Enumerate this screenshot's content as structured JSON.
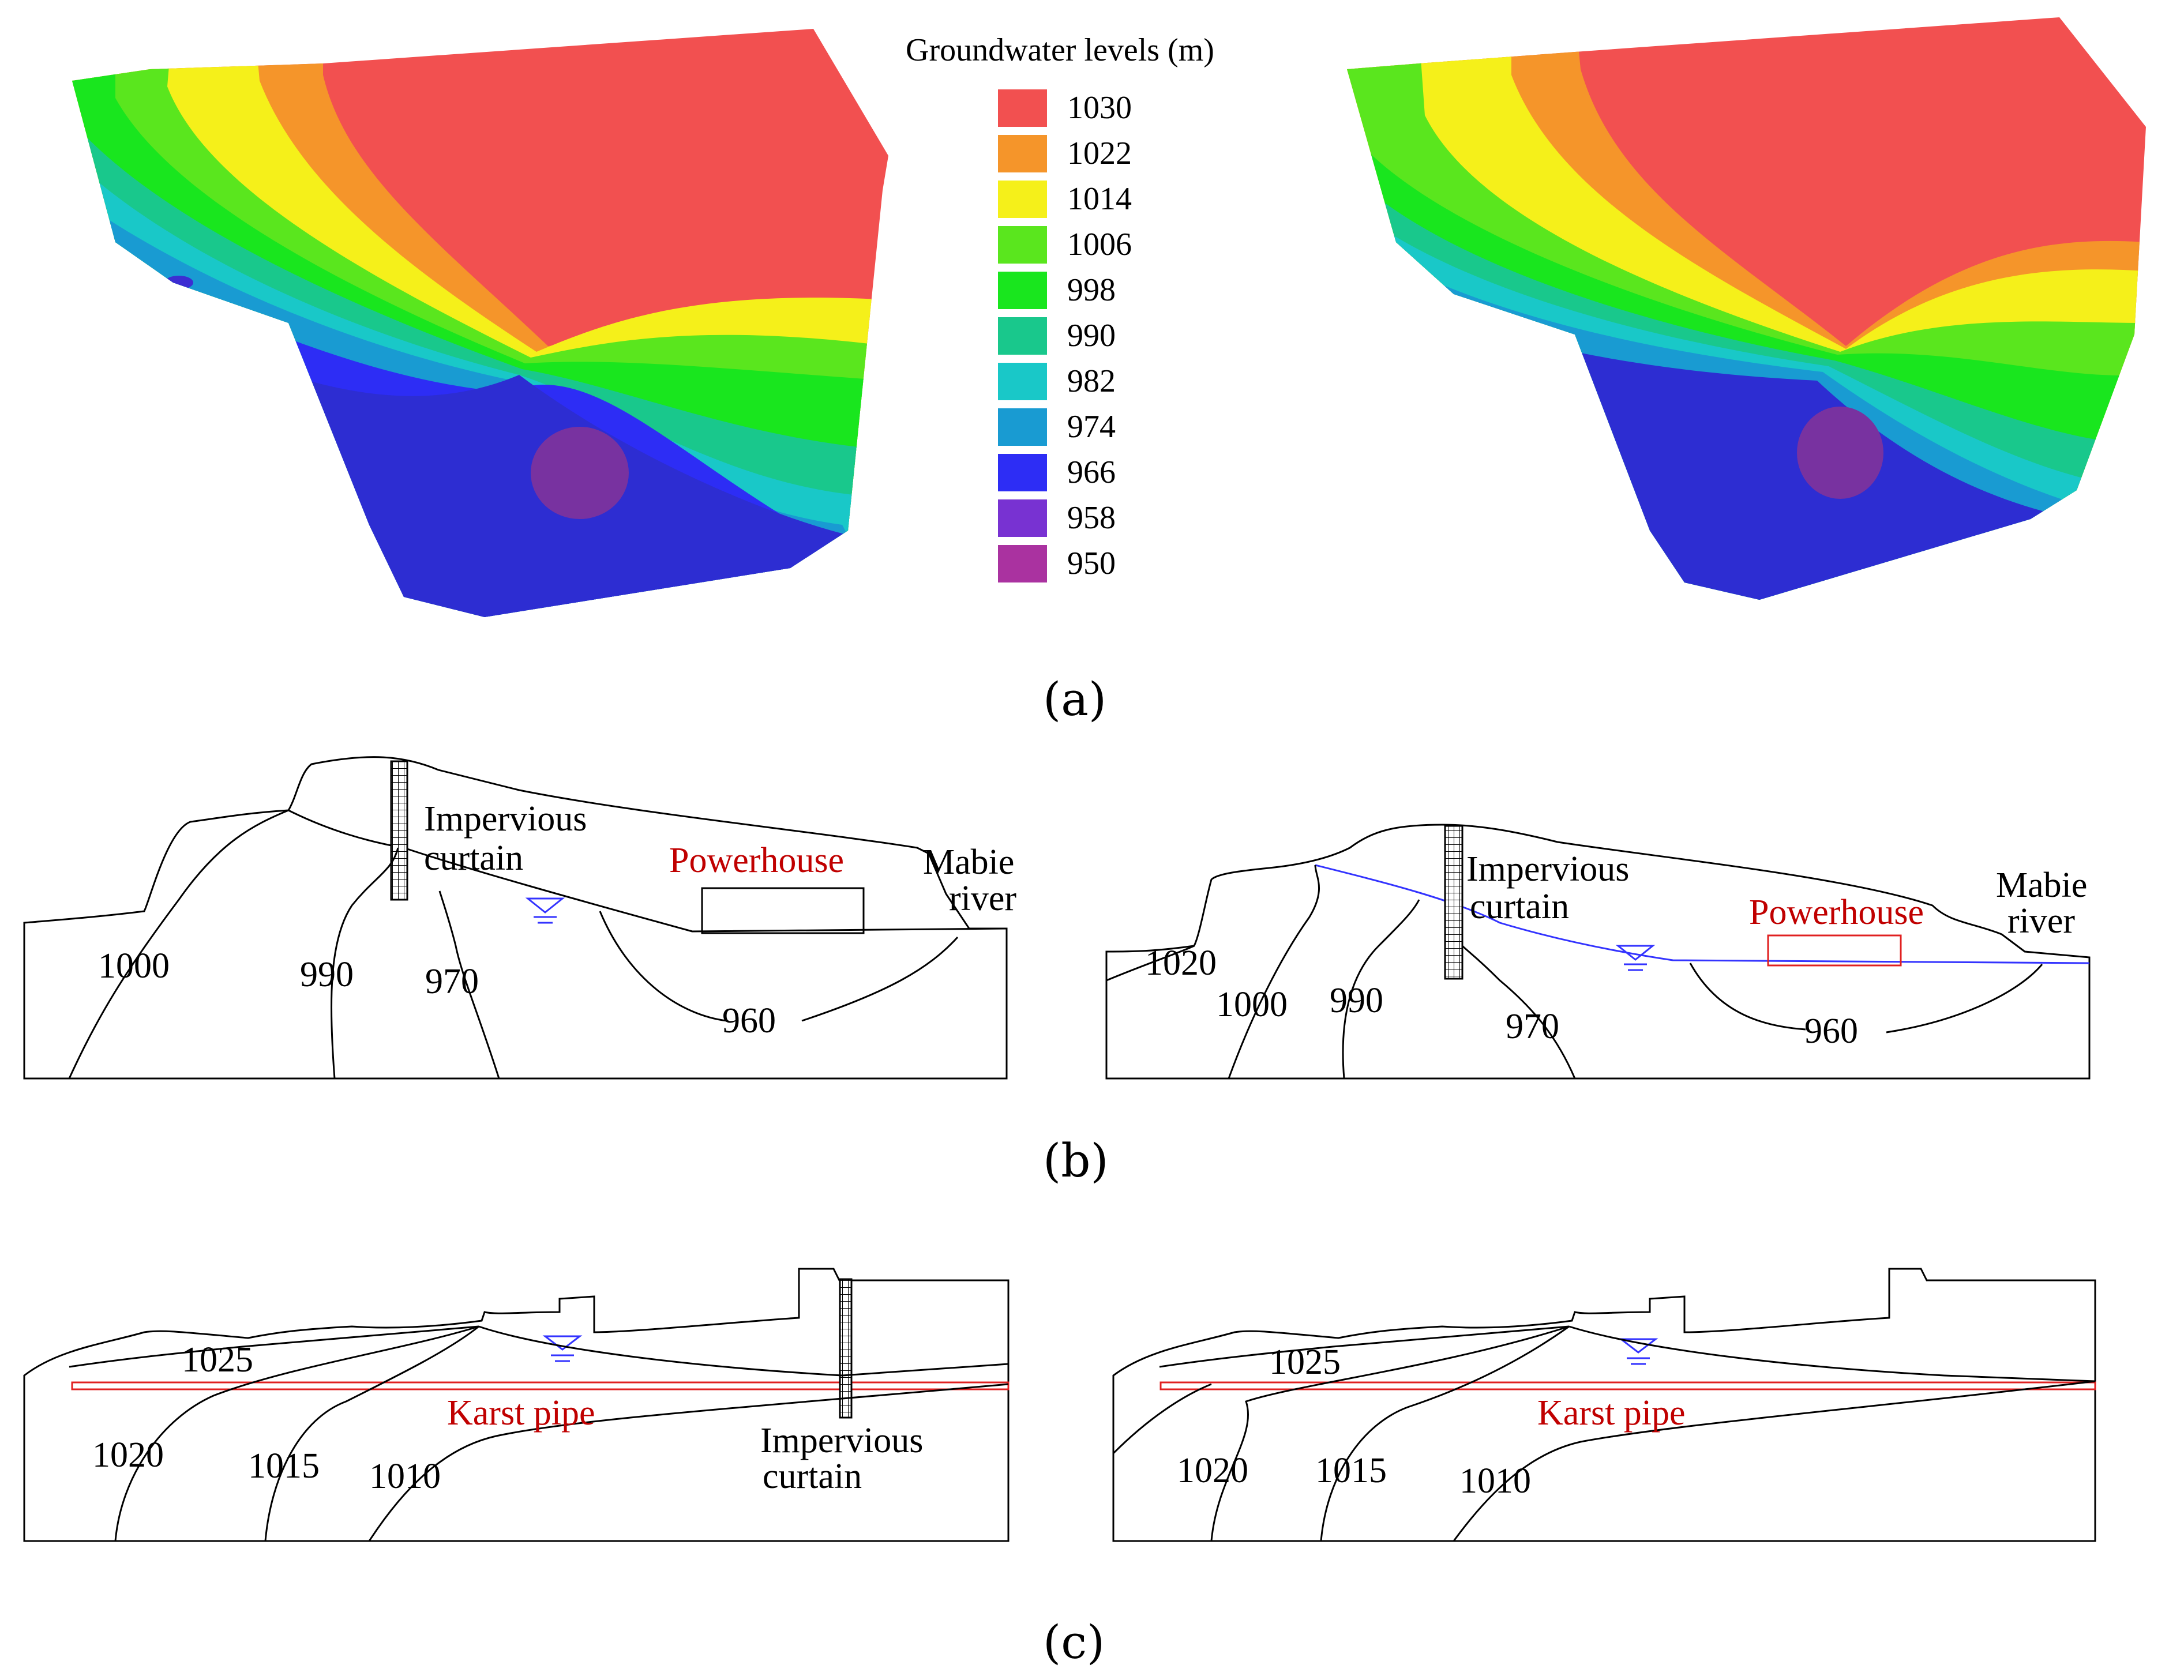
{
  "legend": {
    "title": "Groundwater levels (m)",
    "items": [
      {
        "value": "1030",
        "color": "#f25050"
      },
      {
        "value": "1022",
        "color": "#f5952a"
      },
      {
        "value": "1014",
        "color": "#f5f01a"
      },
      {
        "value": "1006",
        "color": "#5ae61e"
      },
      {
        "value": "998",
        "color": "#19e61e"
      },
      {
        "value": "990",
        "color": "#19c88c"
      },
      {
        "value": "982",
        "color": "#19c8c8"
      },
      {
        "value": "974",
        "color": "#199bd2"
      },
      {
        "value": "966",
        "color": "#2d2df5"
      },
      {
        "value": "958",
        "color": "#7832d2"
      },
      {
        "value": "950",
        "color": "#aa32a0"
      }
    ]
  },
  "captions": {
    "a": "(a)",
    "b": "(b)",
    "c": "(c)"
  },
  "panel_b": {
    "left": {
      "curtain": "Impervious\ncurtain",
      "powerhouse": "Powerhouse",
      "river": "Mabie\nriver",
      "contours": [
        "1000",
        "990",
        "970",
        "960"
      ]
    },
    "right": {
      "curtain": "Impervious\ncurtain",
      "powerhouse": "Powerhouse",
      "river": "Mabie\nriver",
      "contours": [
        "1020",
        "1000",
        "990",
        "970",
        "960"
      ]
    }
  },
  "panel_c": {
    "left": {
      "karst": "Karst pipe",
      "curtain": "Impervious\ncurtain",
      "contours": [
        "1025",
        "1020",
        "1015",
        "1010"
      ]
    },
    "right": {
      "karst": "Karst pipe",
      "contours": [
        "1025",
        "1020",
        "1015",
        "1010"
      ]
    }
  }
}
